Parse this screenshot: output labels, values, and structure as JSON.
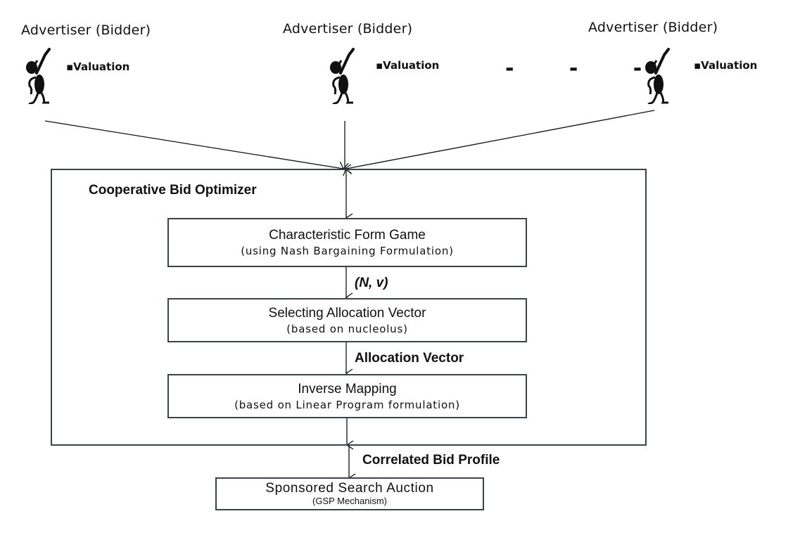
{
  "advertisers": [
    {
      "title": "Advertiser (Bidder)",
      "attribute": "▪Valuation",
      "icon": "stick-figure-pointing-icon"
    },
    {
      "title": "Advertiser (Bidder)",
      "attribute": "▪Valuation",
      "icon": "stick-figure-pointing-icon"
    },
    {
      "title": "Advertiser (Bidder)",
      "attribute": "▪Valuation",
      "icon": "stick-figure-pointing-icon"
    }
  ],
  "ellipsis": "- - -",
  "optimizer": {
    "label": "Cooperative Bid Optimizer",
    "steps": [
      {
        "title": "Characteristic Form Game",
        "subtitle": "(using Nash Bargaining Formulation)"
      },
      {
        "title": "Selecting Allocation Vector",
        "subtitle": "(based on nucleolus)"
      },
      {
        "title": "Inverse Mapping",
        "subtitle": "(based on Linear Program formulation)"
      }
    ],
    "edge_labels": [
      "(N, v)",
      "Allocation Vector"
    ]
  },
  "output_edge_label": "Correlated Bid Profile",
  "auction": {
    "title": "Sponsored Search Auction",
    "subtitle": "(GSP Mechanism)"
  },
  "colors": {
    "box_border": "#3a4448",
    "line": "#111111",
    "background": "#ffffff"
  }
}
